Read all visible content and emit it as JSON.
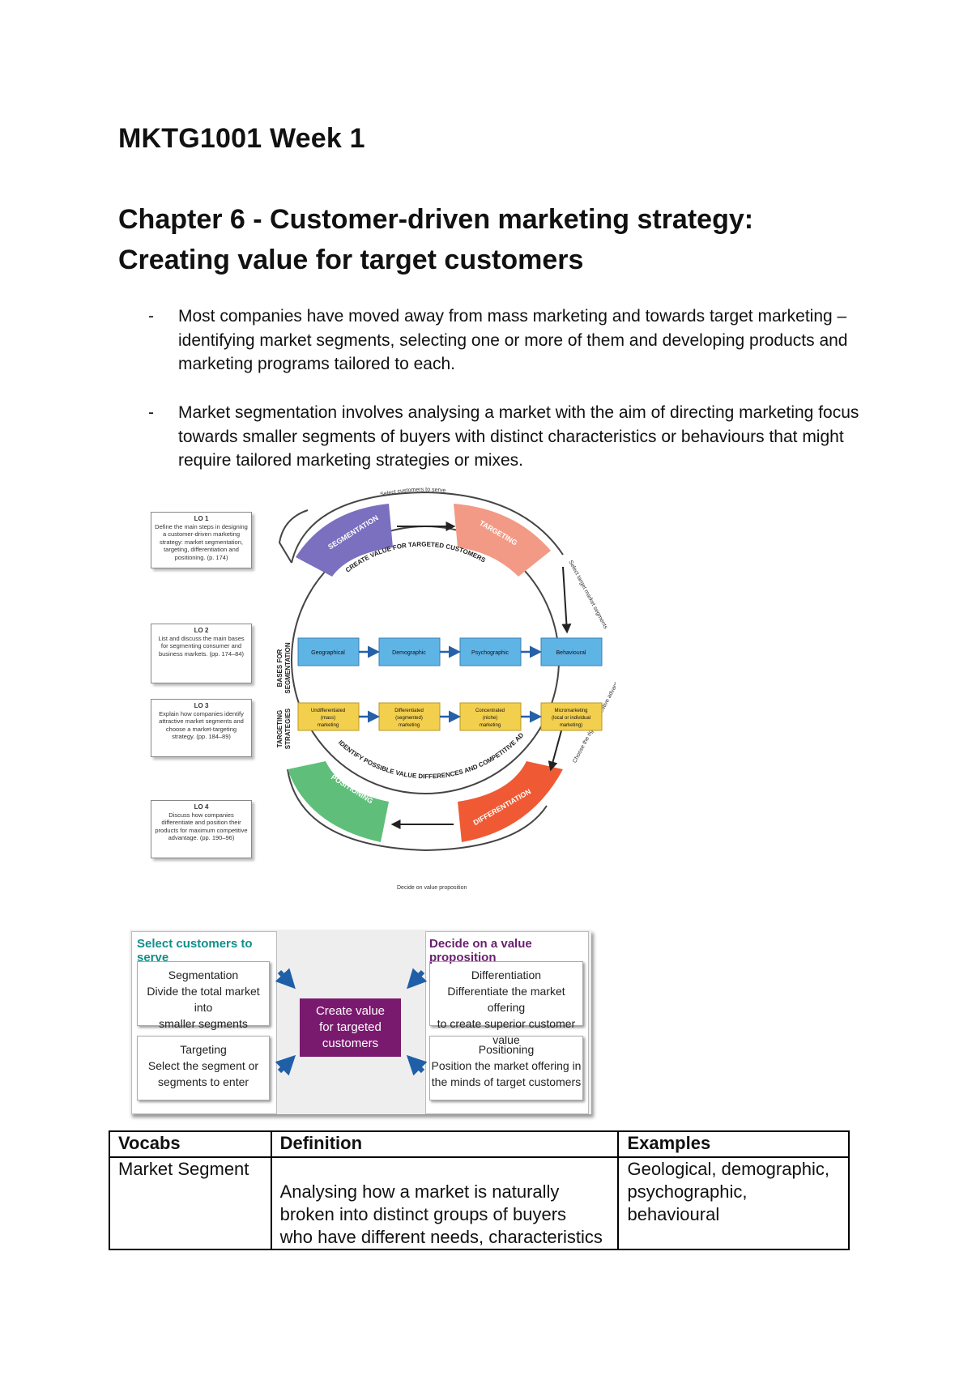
{
  "document": {
    "title": "MKTG1001 Week 1",
    "chapter_heading": [
      "Chapter 6 - Customer-driven marketing strategy:",
      "Creating value for target customers"
    ]
  },
  "bullets": [
    {
      "dash": "-",
      "text": "Most companies have moved away from mass marketing and towards target marketing – identifying market segments, selecting one or more of them and developing products and marketing programs tailored to each."
    },
    {
      "dash": "-",
      "text": "Market segmentation involves analysing a market with the aim of directing marketing focus towards smaller segments of buyers with distinct characteristics or behaviours that might require tailored marketing strategies or mixes."
    }
  ],
  "figure1": {
    "lo_boxes": [
      {
        "title": "LO 1",
        "text": "Define the main steps in designing a customer-driven marketing strategy: market segmentation, targeting, differentiation and positioning. (p. 174)"
      },
      {
        "title": "LO 2",
        "text": "List and discuss the main bases for segmenting consumer and business markets. (pp. 174–84)"
      },
      {
        "title": "LO 3",
        "text": "Explain how companies identify attractive market segments and choose a market-targeting strategy. (pp. 184–89)"
      },
      {
        "title": "LO 4",
        "text": "Discuss how companies differentiate and position their products for maximum competitive advantage. (pp. 190–96)"
      }
    ],
    "bases_label": [
      "BASES FOR",
      "SEGMENTATION"
    ],
    "strategies_label": [
      "TARGETING",
      "STRATEGIES"
    ],
    "bases": [
      "Geographical",
      "Demographic",
      "Psychographic",
      "Behavioural"
    ],
    "strategies": [
      [
        "Undifferentiated",
        "(mass)",
        "marketing"
      ],
      [
        "Differentiated",
        "(segmented)",
        "marketing"
      ],
      [
        "Concentrated",
        "(niche)",
        "marketing"
      ],
      [
        "Micromarketing",
        "(local or individual",
        "marketing)"
      ]
    ],
    "arc_labels": {
      "top": "Select customers to serve",
      "top_inner": "CREATE VALUE FOR TARGETED CUSTOMERS",
      "bottom_inner": "IDENTIFY POSSIBLE VALUE DIFFERENCES AND COMPETITIVE ADVANTAGES",
      "bottom": "Decide on value proposition",
      "right_top": "Select target market segments",
      "right_bottom": "Choose the right competitive advantage"
    },
    "segments": {
      "segmentation": {
        "title": "SEGMENTATION",
        "color": "#7b6fbf"
      },
      "targeting": {
        "title": "TARGETING",
        "color": "#f39a86"
      },
      "positioning": {
        "title": "POSITIONING",
        "color": "#5fbf7a"
      },
      "differentiation": {
        "title": "DIFFERENTIATION",
        "color": "#ef5a35"
      }
    },
    "colors": {
      "bases_fill": "#5fb4e6",
      "strategies_fill": "#f3cf4e",
      "arrow": "#2660a8"
    }
  },
  "figure2": {
    "left_header": "Select customers to serve",
    "right_header": "Decide on a value proposition",
    "center": [
      "Create value",
      "for targeted",
      "customers"
    ],
    "left_boxes": [
      {
        "title": "Segmentation",
        "lines": [
          "Divide the total market into",
          "smaller segments"
        ]
      },
      {
        "title": "Targeting",
        "lines": [
          "Select the segment or",
          "segments to enter"
        ]
      }
    ],
    "right_boxes": [
      {
        "title": "Differentiation",
        "lines": [
          "Differentiate the market offering",
          "to create superior customer value"
        ]
      },
      {
        "title": "Positioning",
        "lines": [
          "Position the market offering in",
          "the minds of target customers"
        ]
      }
    ],
    "colors": {
      "header_left": "#0f8f8a",
      "header_right": "#6a1f70",
      "center": "#7a1a6e",
      "arrow": "#1f5fa8"
    }
  },
  "vocab_table": {
    "headers": [
      "Vocabs",
      "Definition",
      "Examples"
    ],
    "rows": [
      {
        "term": "Market Segment",
        "definition_lines": [
          "Analysing how a market is naturally",
          "broken into distinct groups of buyers",
          "who have different needs, characteristics"
        ],
        "example_lines": [
          "Geological, demographic,",
          "psychographic,",
          "behavioural"
        ]
      }
    ]
  }
}
